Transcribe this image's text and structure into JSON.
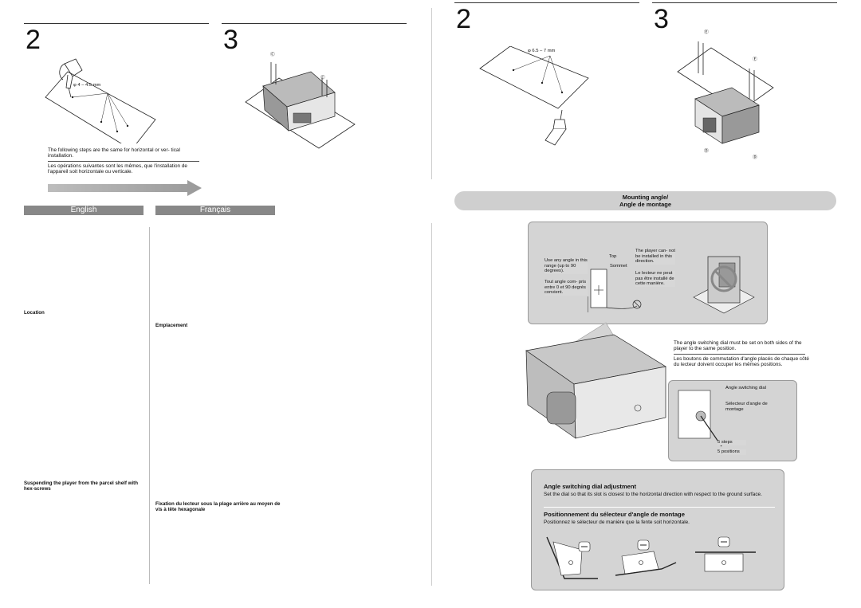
{
  "left": {
    "step2": {
      "number": "2",
      "diameter": "φ 4 – 4.5 mm"
    },
    "step3": {
      "number": "3",
      "marker_c1": "Ⓒ",
      "marker_c2": "Ⓒ"
    },
    "steps_note_en": "The following steps are the same for horizontal or ver- tical installation.",
    "steps_note_fr": "Les opérations suivantes sont les mêmes, que l'installation de l'appareil soit horizontale ou verticale.",
    "lang_en": "English",
    "lang_fr": "Français",
    "en_location": "Location",
    "fr_location": "Emplacement",
    "en_suspend": "Suspending the player from the parcel shelf with hex-screws",
    "fr_suspend": "Fixation du lecteur sous la plage arrière au moyen de vis à tête hexagonale"
  },
  "right": {
    "step2": {
      "number": "2",
      "diameter": "φ 6.5 – 7 mm"
    },
    "step3": {
      "number": "3",
      "marker_e1": "Ⓔ",
      "marker_e2": "Ⓔ",
      "marker_d1": "Ⓓ",
      "marker_d2": "Ⓓ"
    },
    "mounting_title": "Mounting angle/",
    "mounting_title_fr": "Angle de montage",
    "angle_any_en": "Use any angle in this range (up to 90 degrees).",
    "angle_any_fr": "Tout angle com- pris entre 0 et 90 degrés convient.",
    "top_en": "Top",
    "top_fr": "Sommet",
    "no_install_en": "The player can- not be installed in this direction.",
    "no_install_fr": "Le lecteur ne peut pas être installé de cette manière.",
    "dial_note_en": "The angle switching dial must be set on both sides of the player to the same position.",
    "dial_note_fr": "Les boutons de commutation d'angle placés de chaque côté du lecteur doivent occuper les mêmes positions.",
    "dial_label_en": "Angle switching dial",
    "dial_label_fr": "Sélecteur d'angle de montage",
    "steps_en": "5 steps",
    "steps_fr": "5 positions",
    "adjust_title_en": "Angle switching dial adjustment",
    "adjust_text_en": "Set the dial so that its slot is closest to the horizontal direction with respect to the ground surface.",
    "adjust_title_fr": "Positionnement du sélecteur d'angle de montage",
    "adjust_text_fr": "Positionnez le sélecteur de manière que la fente soit horizontale."
  },
  "colors": {
    "panel_gray": "#d4d4d4",
    "lang_bar": "#888888",
    "mount_band": "#cfcfcf"
  }
}
